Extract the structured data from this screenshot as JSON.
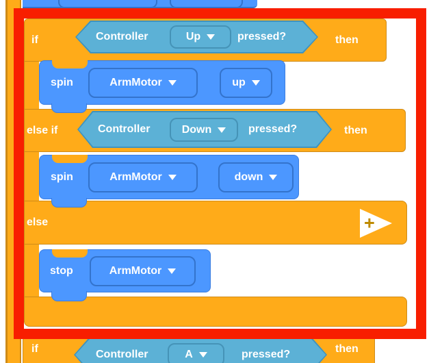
{
  "colors": {
    "control_orange": "#FFAB19",
    "control_orange_border": "#CF8B17",
    "motion_blue": "#4C97FF",
    "motion_blue_border": "#3373CC",
    "sensing_teal": "#5CB1D6",
    "sensing_teal_border": "#3E93BF",
    "highlight_red": "#F81E00",
    "text_white": "#FFFFFF"
  },
  "annotation": {
    "type": "selection-highlight-rectangle"
  },
  "blocks": {
    "if1": {
      "keyword": "if",
      "device": "Controller",
      "button": "Up",
      "suffix": "pressed?",
      "then": "then"
    },
    "spin_up": {
      "verb": "spin",
      "motor": "ArmMotor",
      "direction": "up"
    },
    "elseif": {
      "keyword": "else if",
      "device": "Controller",
      "button": "Down",
      "suffix": "pressed?",
      "then": "then"
    },
    "spin_down": {
      "verb": "spin",
      "motor": "ArmMotor",
      "direction": "down"
    },
    "else_row": {
      "keyword": "else"
    },
    "stop": {
      "verb": "stop",
      "motor": "ArmMotor"
    },
    "if2": {
      "keyword": "if",
      "device": "Controller",
      "button": "A",
      "suffix": "pressed?",
      "then": "then"
    }
  },
  "icons": {
    "expand_plus": "+"
  }
}
